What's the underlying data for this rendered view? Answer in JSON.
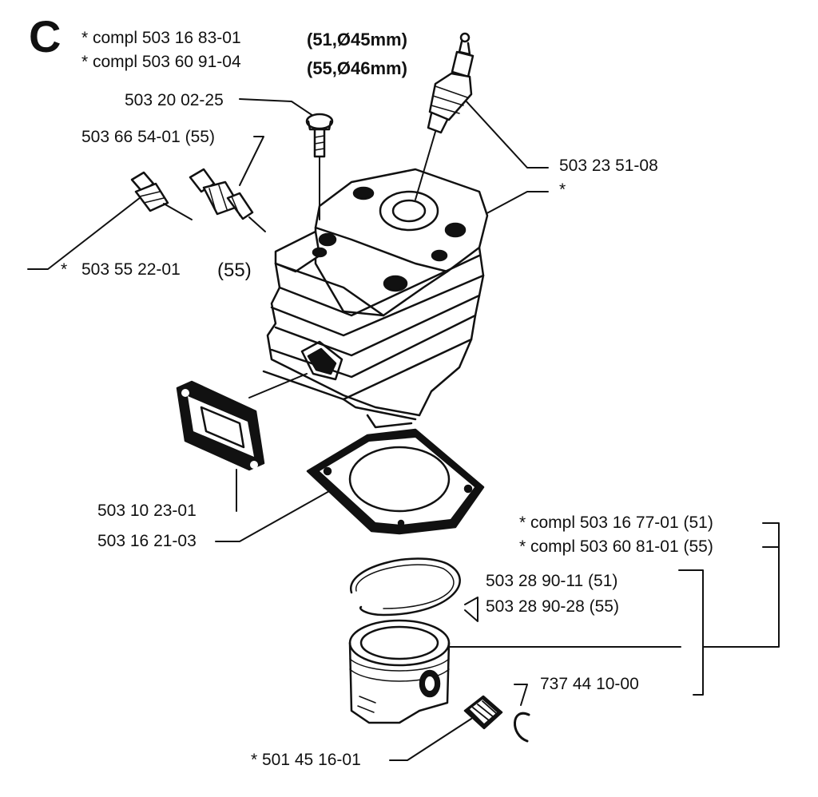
{
  "diagram": {
    "section_letter": "C",
    "header": [
      {
        "text": "*  compl 503 16 83-01",
        "spec": "(51,Ø45mm)"
      },
      {
        "text": "*  compl 503 60 91-04",
        "spec": "(55,Ø46mm)"
      }
    ],
    "parts": {
      "bolt": "503 20 02-25",
      "decomp_valve": "503 66 54-01 (55)",
      "spark_plug": "503 23 51-08",
      "cylinder": "*",
      "valve_kit_star": "*",
      "valve_kit": "503 55 22-01",
      "valve_kit_note": "(55)",
      "exhaust_gasket": "503 10 23-01",
      "cylinder_gasket": "503 16 21-03",
      "piston_kit_1": "*  compl 503 16 77-01 (51)",
      "piston_kit_2": "*  compl 503 60 81-01 (55)",
      "ring_1": "503 28 90-11 (51)",
      "ring_2": "503 28 90-28 (55)",
      "circlip": "737 44 10-00",
      "needle_bearing": "*  501 45 16-01"
    }
  }
}
